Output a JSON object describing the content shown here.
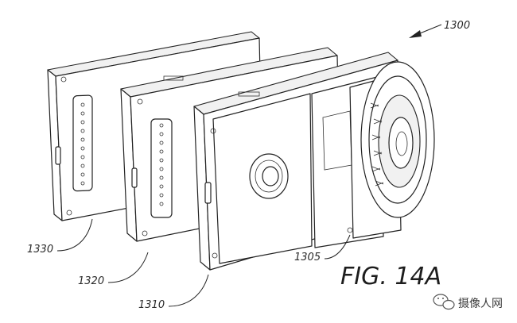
{
  "figure": {
    "title": "FIG. 14A",
    "ref_main": "1300",
    "ref_module_back": "1330",
    "ref_module_middle": "1320",
    "ref_module_front": "1310",
    "ref_lens_module": "1305"
  },
  "watermark": {
    "text": "摄像人网",
    "icon": "wechat-icon"
  }
}
